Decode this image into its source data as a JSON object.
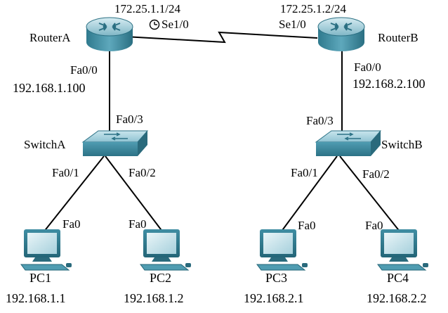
{
  "devices": {
    "routerA": {
      "name": "RouterA",
      "ip": "172.25.1.1/24",
      "serial": "Se1/0",
      "fa": "Fa0/0",
      "fa_ip": "192.168.1.100"
    },
    "routerB": {
      "name": "RouterB",
      "ip": "172.25.1.2/24",
      "serial": "Se1/0",
      "fa": "Fa0/0",
      "fa_ip": "192.168.2.100"
    },
    "switchA": {
      "name": "SwitchA",
      "uplink": "Fa0/3",
      "port1": "Fa0/1",
      "port2": "Fa0/2"
    },
    "switchB": {
      "name": "SwitchB",
      "uplink": "Fa0/3",
      "port1": "Fa0/1",
      "port2": "Fa0/2"
    },
    "pcs": [
      {
        "name": "PC1",
        "ip": "192.168.1.1",
        "port": "Fa0"
      },
      {
        "name": "PC2",
        "ip": "192.168.1.2",
        "port": "Fa0"
      },
      {
        "name": "PC3",
        "ip": "192.168.2.1",
        "port": "Fa0"
      },
      {
        "name": "PC4",
        "ip": "192.168.2.2",
        "port": "Fa0"
      }
    ]
  },
  "icons": {
    "router": "router-icon",
    "switch": "switch-icon",
    "pc": "pc-icon",
    "clock": "clock-icon"
  },
  "colors": {
    "device_teal": "#3d8a9e",
    "device_light": "#a9d4df",
    "link": "#000000"
  }
}
